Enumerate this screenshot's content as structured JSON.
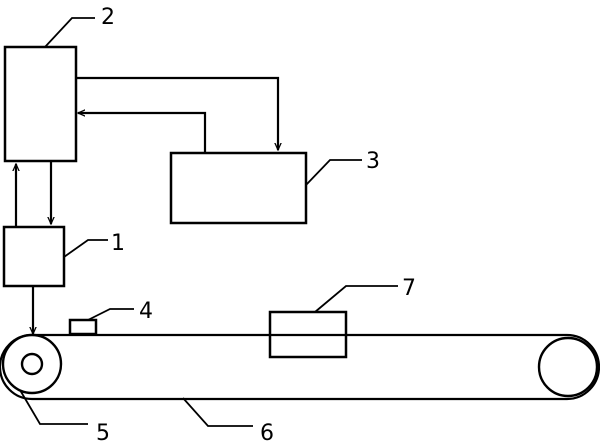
{
  "labels": {
    "n1": "1",
    "n2": "2",
    "n3": "3",
    "n4": "4",
    "n5": "5",
    "n6": "6",
    "n7": "7"
  },
  "colors": {
    "line": "#000000",
    "background": "#ffffff"
  }
}
